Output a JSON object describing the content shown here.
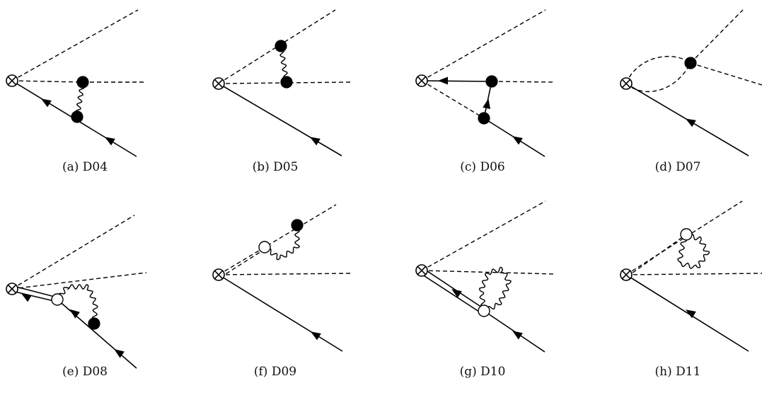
{
  "diagrams": [
    {
      "caption": "(a) D04",
      "shape_name": "diagram-d04"
    },
    {
      "caption": "(b) D05",
      "shape_name": "diagram-d05"
    },
    {
      "caption": "(c) D06",
      "shape_name": "diagram-d06"
    },
    {
      "caption": "(d) D07",
      "shape_name": "diagram-d07"
    },
    {
      "caption": "(e) D08",
      "shape_name": "diagram-d08"
    },
    {
      "caption": "(f) D09",
      "shape_name": "diagram-d09"
    },
    {
      "caption": "(g) D10",
      "shape_name": "diagram-d10"
    },
    {
      "caption": "(h) D11",
      "shape_name": "diagram-d11"
    }
  ]
}
